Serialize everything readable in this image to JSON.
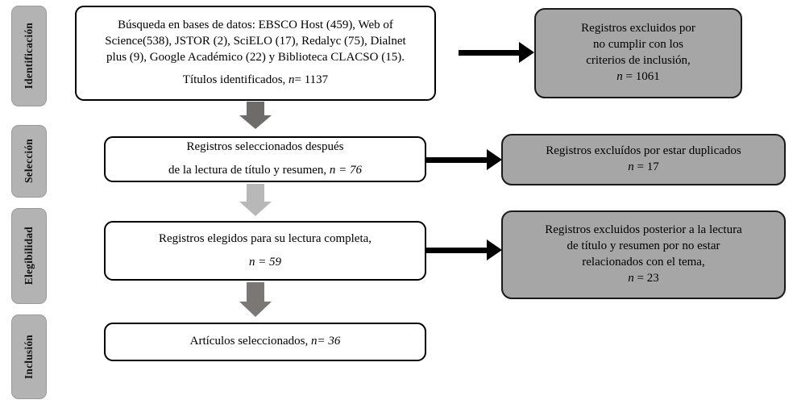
{
  "diagram": {
    "type": "prisma-flow-diagram",
    "stages": [
      {
        "label": "Identificación"
      },
      {
        "label": "Selección"
      },
      {
        "label": "Elegibilidad"
      },
      {
        "label": "Inclusión"
      }
    ],
    "flow_boxes": [
      {
        "id": "identification",
        "lines": [
          "Búsqueda en bases de datos: EBSCO Host (459), Web of",
          "Science(538), JSTOR (2), SciELO (17), Redalyc (75), Dialnet",
          "plus (9), Google Académico (22) y Biblioteca CLACSO (15)."
        ],
        "result_prefix": "Títulos identificados,",
        "result_n_label": "n",
        "result_value": "= 1137"
      },
      {
        "id": "screening",
        "lines": [
          "Registros seleccionados después"
        ],
        "result_prefix": "de la lectura de título y resumen,",
        "result_n_label": "n",
        "result_value": "=  76"
      },
      {
        "id": "eligibility",
        "lines": [
          "Registros elegidos para su lectura completa,"
        ],
        "result_prefix": "",
        "result_n_label": "n",
        "result_value": "=  59"
      },
      {
        "id": "included",
        "lines": [],
        "result_prefix": "Artículos seleccionados,",
        "result_n_label": "n",
        "result_value": "= 36"
      }
    ],
    "exclusion_boxes": [
      {
        "id": "excluded-criteria",
        "lines": [
          "Registros excluidos por",
          "no cumplir con los",
          "criterios de inclusión,"
        ],
        "result_n_label": "n",
        "result_value": "= 1061"
      },
      {
        "id": "excluded-duplicates",
        "lines": [
          "Registros excluídos por estar duplicados"
        ],
        "result_n_label": "n",
        "result_value": "= 17"
      },
      {
        "id": "excluded-unrelated",
        "lines": [
          "Registros excluidos posterior a la lectura",
          "de título y resumen por no estar",
          "relacionados con el tema,"
        ],
        "result_n_label": "n",
        "result_value": "= 23"
      }
    ],
    "connectors": {
      "horizontal": [
        {
          "id": "arrow-identification-to-excluded-criteria",
          "color": "#000000"
        },
        {
          "id": "arrow-screening-to-excluded-duplicates",
          "color": "#000000"
        },
        {
          "id": "arrow-eligibility-to-excluded-unrelated",
          "color": "#000000"
        }
      ],
      "vertical": [
        {
          "id": "arrow-identification-to-screening",
          "color": "#6e6c6a"
        },
        {
          "id": "arrow-screening-to-eligibility",
          "color": "#b8b8b8"
        },
        {
          "id": "arrow-eligibility-to-included",
          "color": "#7a7774"
        }
      ]
    },
    "colors": {
      "stage_label_fill": "#b3b3b3",
      "exclusion_box_fill": "#a6a6a6",
      "flow_box_fill": "#ffffff",
      "border": "#000000",
      "background": "#ffffff"
    }
  }
}
